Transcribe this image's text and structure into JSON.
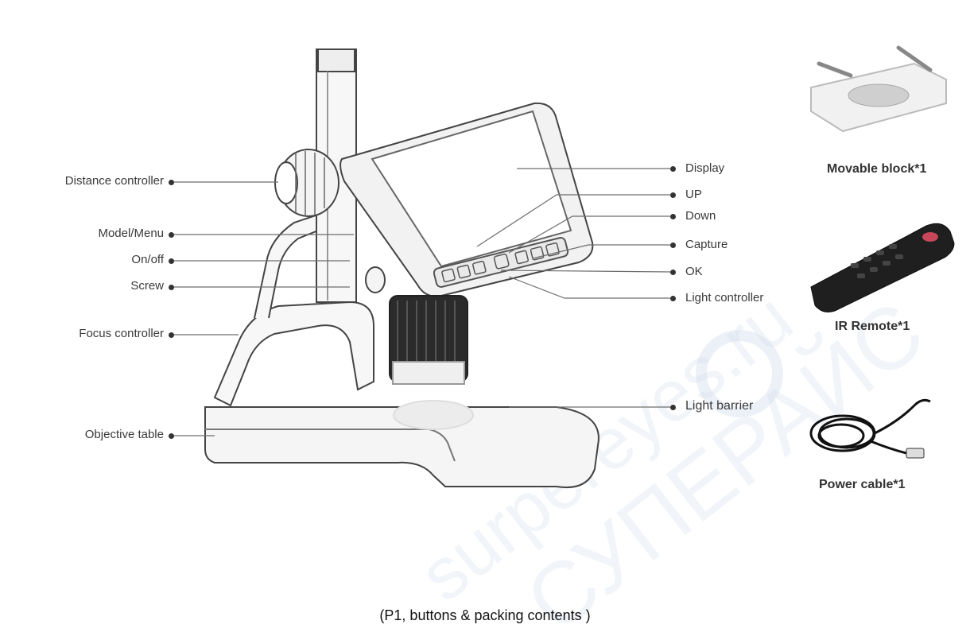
{
  "labels_left": {
    "distance": "Distance controller",
    "model_menu": "Model/Menu",
    "onoff": "On/off",
    "screw": "Screw",
    "focus": "Focus controller",
    "objective": "Objective table"
  },
  "labels_right": {
    "display": "Display",
    "up": "UP",
    "down": "Down",
    "capture": "Capture",
    "ok": "OK",
    "light_controller": "Light controller",
    "light_barrier": "Light barrier"
  },
  "accessories": {
    "movable_block": "Movable block*1",
    "ir_remote": "IR Remote*1",
    "power_cable": "Power cable*1"
  },
  "caption": "(P1, buttons & packing contents )",
  "watermark": {
    "latin": "surpereyes.ru",
    "cyrillic": "СУПЕРАЙС"
  },
  "colors": {
    "line": "#6e6e6e",
    "text": "#3a3a3a",
    "watermark": "#c9d6e8"
  }
}
